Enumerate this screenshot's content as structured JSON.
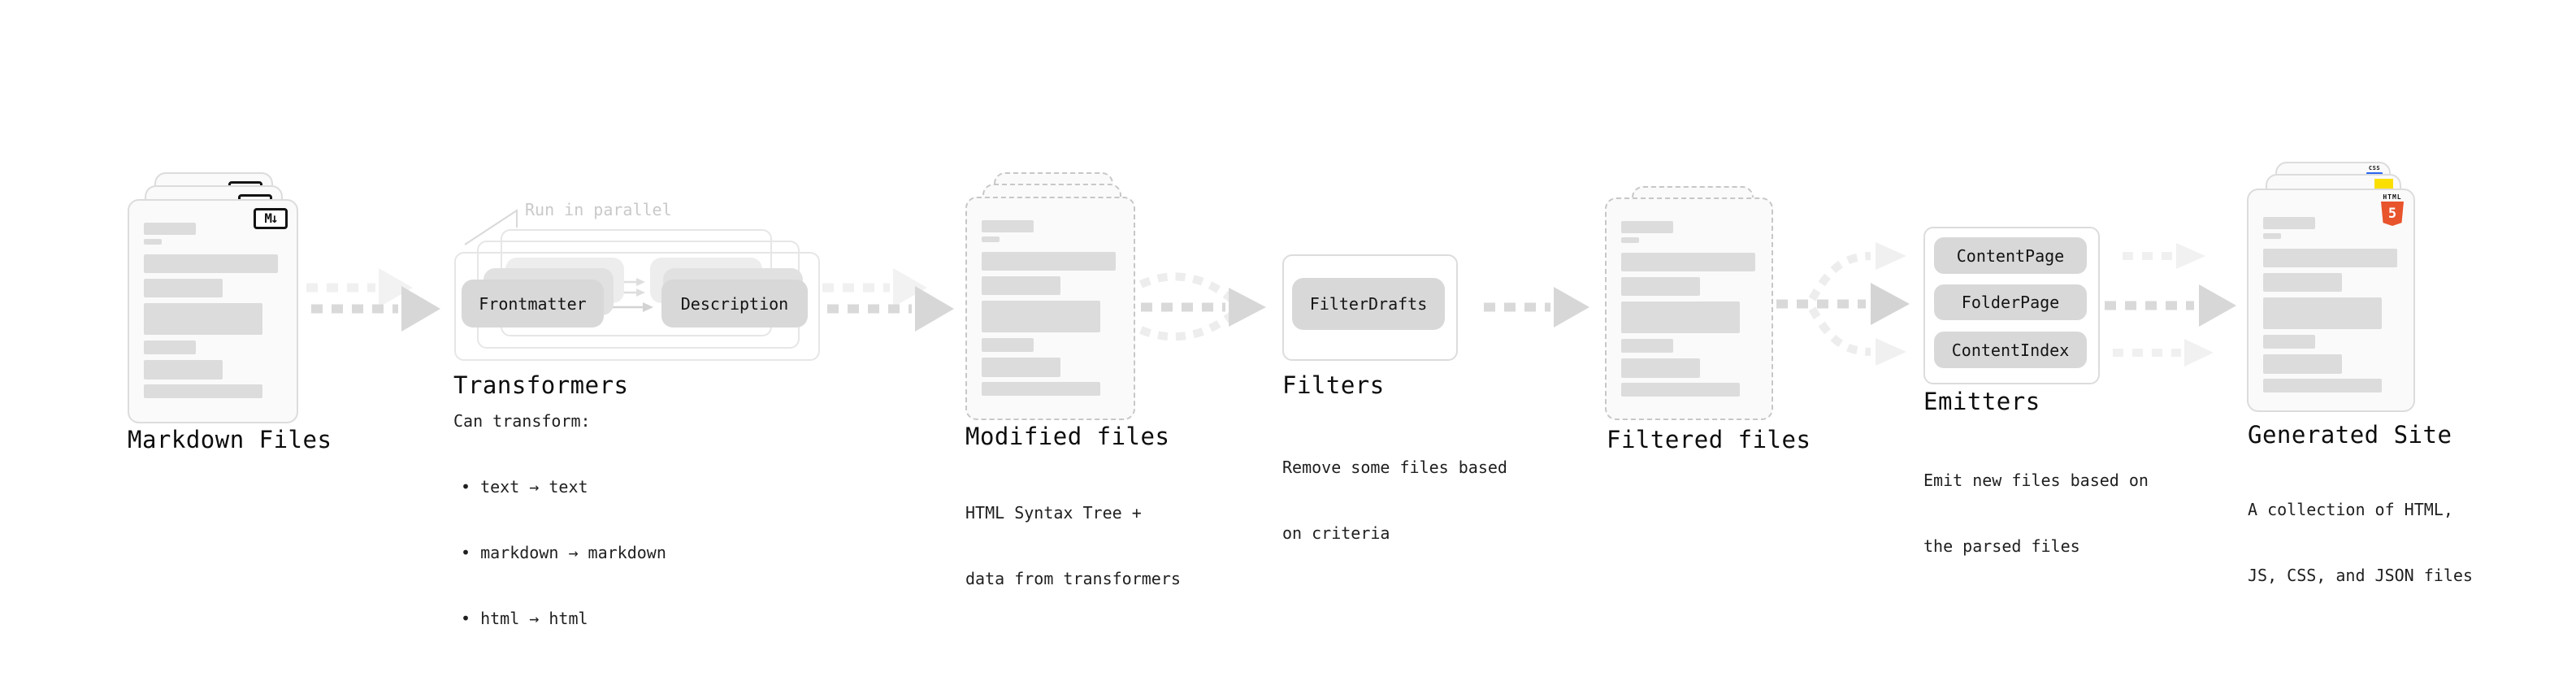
{
  "diagram": {
    "markdown_files": {
      "label": "Markdown Files",
      "badge": "M↓"
    },
    "transformers": {
      "label": "Transformers",
      "note": "Run in parallel",
      "source_button": "Frontmatter",
      "target_button": "Description",
      "desc_title": "Can transform:",
      "bullets": [
        "• text → text",
        "• markdown → markdown",
        "• html → html"
      ]
    },
    "modified_files": {
      "label": "Modified files",
      "desc_lines": [
        "HTML Syntax Tree +",
        "data from transformers"
      ]
    },
    "filters": {
      "label": "Filters",
      "button": "FilterDrafts",
      "desc_lines": [
        "Remove some files based",
        "on criteria"
      ]
    },
    "filtered_files": {
      "label": "Filtered files"
    },
    "emitters": {
      "label": "Emitters",
      "buttons": [
        "ContentPage",
        "FolderPage",
        "ContentIndex"
      ],
      "desc_lines": [
        "Emit new files based on",
        "the parsed files"
      ]
    },
    "generated_site": {
      "label": "Generated Site",
      "desc_lines": [
        "A collection of HTML,",
        "JS, CSS, and JSON files"
      ],
      "html_badge_caption": "HTML",
      "html_badge_number": "5",
      "css_badge": "CSS"
    },
    "colors": {
      "html5_orange": "#e8542c",
      "js_yellow": "#fadf00",
      "css_blue": "#2965f1",
      "arrow_gray": "#d9d9d9",
      "button_gray": "#d8d8d8"
    }
  }
}
